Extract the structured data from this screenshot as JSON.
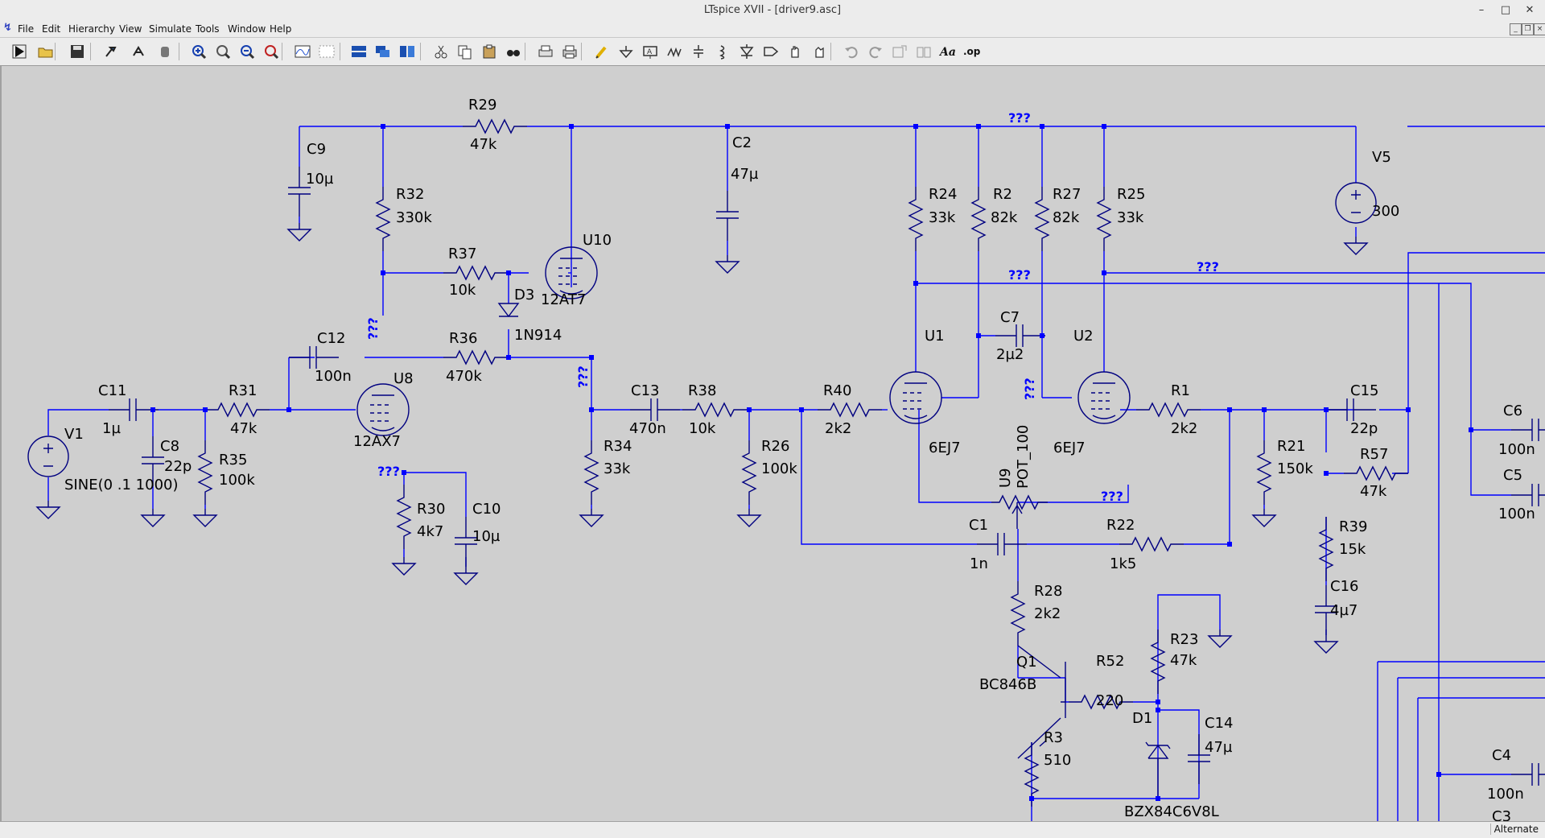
{
  "window": {
    "title": "LTspice XVII - [driver9.asc]",
    "controls": {
      "minimize": "–",
      "maximize": "□",
      "close": "✕"
    }
  },
  "menubar": {
    "items": [
      "File",
      "Edit",
      "Hierarchy",
      "View",
      "Simulate",
      "Tools",
      "Window",
      "Help"
    ]
  },
  "toolbar": {
    "op_label": ".op",
    "text_label": "Aa",
    "icons": [
      "run-icon",
      "open-icon",
      "save-icon",
      "control-panel-icon",
      "halt-icon",
      "hand-icon",
      "zoom-in-icon",
      "zoom-pan-icon",
      "zoom-out-icon",
      "zoom-fit-icon",
      "plot-icon",
      "pick-visible-icon",
      "tile-horizontal-icon",
      "cascade-icon",
      "tile-vertical-icon",
      "cut-icon",
      "copy-icon",
      "paste-icon",
      "find-icon",
      "print-setup-icon",
      "print-icon",
      "draw-wire-icon",
      "ground-icon",
      "label-net-icon",
      "resistor-icon",
      "capacitor-icon",
      "inductor-icon",
      "diode-icon",
      "component-icon",
      "move-icon",
      "drag-icon",
      "undo-icon",
      "redo-icon",
      "rotate-icon",
      "mirror-icon",
      "text-icon",
      "spice-directive-icon"
    ]
  },
  "schematic": {
    "components": [
      {
        "ref": "V1",
        "value": "SINE(0 .1 1000)"
      },
      {
        "ref": "C11",
        "value": "1µ"
      },
      {
        "ref": "C8",
        "value": "22p"
      },
      {
        "ref": "R31",
        "value": "47k"
      },
      {
        "ref": "R35",
        "value": "100k"
      },
      {
        "ref": "C9",
        "value": "10µ"
      },
      {
        "ref": "R32",
        "value": "330k"
      },
      {
        "ref": "R29",
        "value": "47k"
      },
      {
        "ref": "R37",
        "value": "10k"
      },
      {
        "ref": "D3",
        "value": "1N914"
      },
      {
        "ref": "U10",
        "value": "12AT7"
      },
      {
        "ref": "C12",
        "value": "100n"
      },
      {
        "ref": "R36",
        "value": "470k"
      },
      {
        "ref": "U8",
        "value": "12AX7"
      },
      {
        "ref": "R30",
        "value": "4k7"
      },
      {
        "ref": "C10",
        "value": "10µ"
      },
      {
        "ref": "C2",
        "value": "47µ"
      },
      {
        "ref": "C13",
        "value": "470n"
      },
      {
        "ref": "R38",
        "value": "10k"
      },
      {
        "ref": "R34",
        "value": "33k"
      },
      {
        "ref": "R26",
        "value": "100k"
      },
      {
        "ref": "R40",
        "value": "2k2"
      },
      {
        "ref": "R24",
        "value": "33k"
      },
      {
        "ref": "R2",
        "value": "82k"
      },
      {
        "ref": "R27",
        "value": "82k"
      },
      {
        "ref": "R25",
        "value": "33k"
      },
      {
        "ref": "C7",
        "value": "2µ2"
      },
      {
        "ref": "U1",
        "value": "6EJ7"
      },
      {
        "ref": "U2",
        "value": "6EJ7"
      },
      {
        "ref": "U9",
        "value": "POT_100"
      },
      {
        "ref": "R1",
        "value": "2k2"
      },
      {
        "ref": "C1",
        "value": "1n"
      },
      {
        "ref": "R22",
        "value": "1k5"
      },
      {
        "ref": "R28",
        "value": "2k2"
      },
      {
        "ref": "Q1",
        "value": "BC846B"
      },
      {
        "ref": "R52",
        "value": "220"
      },
      {
        "ref": "R23",
        "value": "47k"
      },
      {
        "ref": "D1",
        "value": "BZX84C6V8L"
      },
      {
        "ref": "C14",
        "value": "47µ"
      },
      {
        "ref": "R3",
        "value": "510"
      },
      {
        "ref": "V5",
        "value": "300"
      },
      {
        "ref": "C15",
        "value": "22p"
      },
      {
        "ref": "R21",
        "value": "150k"
      },
      {
        "ref": "R57",
        "value": "47k"
      },
      {
        "ref": "R39",
        "value": "15k"
      },
      {
        "ref": "C16",
        "value": "4µ7"
      },
      {
        "ref": "C6",
        "value": "100n"
      },
      {
        "ref": "C5",
        "value": "100n"
      },
      {
        "ref": "C4",
        "value": "100n"
      },
      {
        "ref": "C3",
        "value": ""
      }
    ],
    "net_label": "???",
    "wire_color": "#0000ff",
    "component_color": "#000080"
  },
  "statusbar": {
    "mode": "Alternate"
  }
}
